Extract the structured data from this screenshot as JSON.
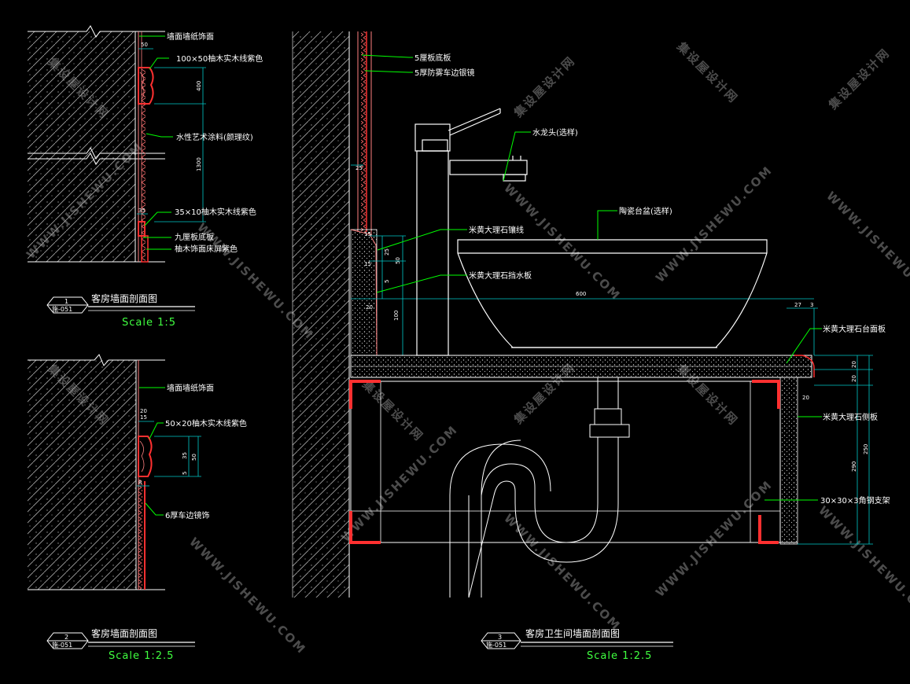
{
  "colors": {
    "background": "#000000",
    "leader": "#00ff00",
    "outline": "#ffffff",
    "hatch": "#c0c0c0",
    "red": "#ff3030",
    "pink": "#ff8080",
    "dim": "#00c8c8",
    "scale_text": "#40ff40"
  },
  "watermark": {
    "cn": "集设屋设计网",
    "en": "WWW.JISHEWU.COM"
  },
  "detail1": {
    "labels": [
      "墙面墙纸饰面",
      "100×50柚木实木线紫色",
      "水性艺术涂料(颜理纹)",
      "35×10柚木实木线紫色",
      "九厘板底板",
      "柚木饰面床屏紫色"
    ],
    "dims": [
      "50",
      "400",
      "1300",
      "35"
    ],
    "title": {
      "num": "1",
      "ref": "施-051",
      "name": "客房墙面剖面图",
      "scale": "Scale   1:5"
    }
  },
  "detail2": {
    "labels": [
      "墙面墙纸饰面",
      "50×20柚木实木线紫色",
      "6厚车边镜饰"
    ],
    "dims": [
      "20",
      "15",
      "35",
      "50",
      "5",
      "8"
    ],
    "title": {
      "num": "2",
      "ref": "施-051",
      "name": "客房墙面剖面图",
      "scale": "Scale   1:2.5"
    }
  },
  "detail3": {
    "labels": [
      "5厘板底板",
      "5厚防雾车边银镜",
      "水龙头(选样)",
      "陶瓷台盆(选样)",
      "米黄大理石镶线",
      "米黄大理石挡水板",
      "米黄大理石台面板",
      "米黄大理石侧板",
      "30×30×3角钢支架"
    ],
    "dims": [
      "25",
      "15",
      "15",
      "25",
      "5",
      "50",
      "20",
      "100",
      "600",
      "27",
      "3",
      "20",
      "20",
      "20",
      "290",
      "250"
    ],
    "title": {
      "num": "3",
      "ref": "施-051",
      "name": "客房卫生间墙面剖面图",
      "scale": "Scale   1:2.5"
    }
  }
}
